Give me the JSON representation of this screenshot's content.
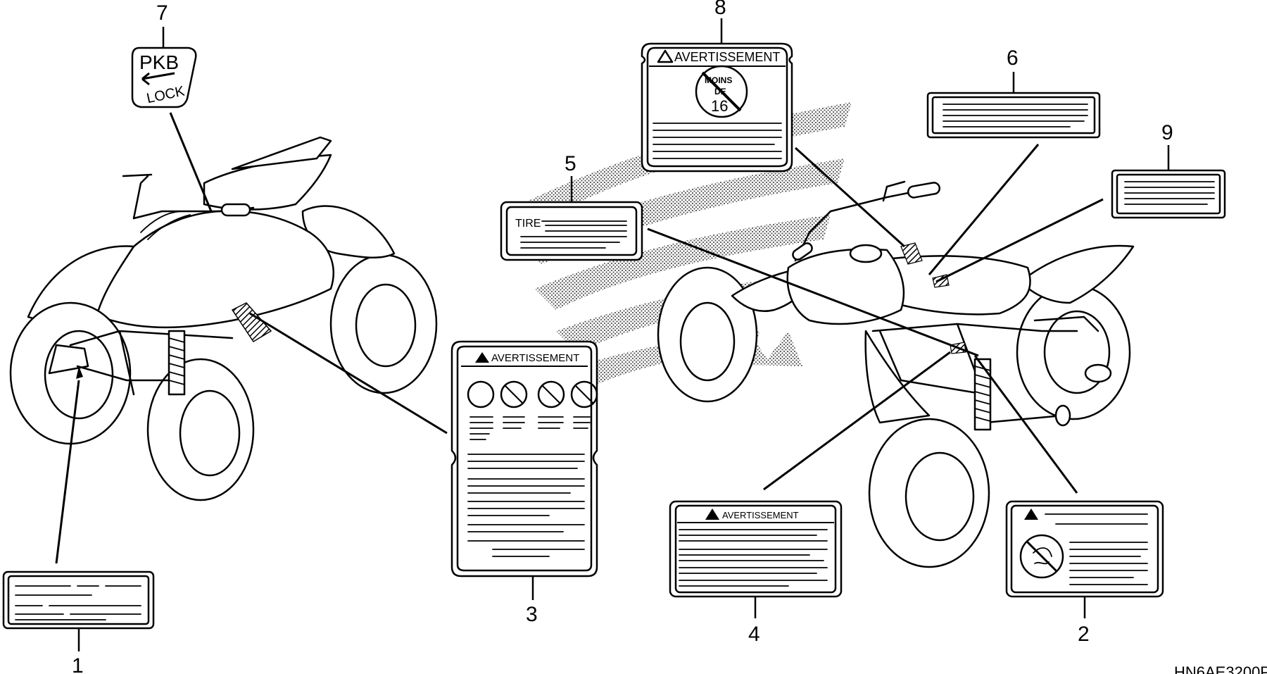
{
  "callouts": {
    "c1": "1",
    "c2": "2",
    "c3": "3",
    "c4": "4",
    "c5": "5",
    "c6": "6",
    "c7": "7",
    "c8": "8",
    "c9": "9"
  },
  "labels": {
    "pkb_line1": "PKB",
    "pkb_line2": "LOCK",
    "avert": "AVERTISSEMENT",
    "tire": "TIRE",
    "moins": "MOINS",
    "de": "DE",
    "age": "16"
  },
  "drawing_code": "HN6AE3200P"
}
